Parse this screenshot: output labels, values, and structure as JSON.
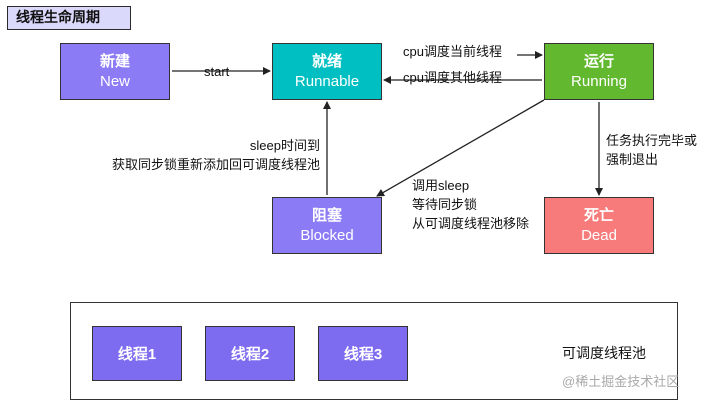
{
  "title": "线程生命周期",
  "states": {
    "new": {
      "zh": "新建",
      "en": "New"
    },
    "runnable": {
      "zh": "就绪",
      "en": "Runnable"
    },
    "running": {
      "zh": "运行",
      "en": "Running"
    },
    "blocked": {
      "zh": "阻塞",
      "en": "Blocked"
    },
    "dead": {
      "zh": "死亡",
      "en": "Dead"
    }
  },
  "edges": {
    "start": "start",
    "schedule_current": "cpu调度当前线程",
    "schedule_other": "cpu调度其他线程",
    "sleep_line1": "sleep时间到",
    "sleep_line2": "获取同步锁重新添加回可调度线程池",
    "block_line1": "调用sleep",
    "block_line2": "等待同步锁",
    "block_line3": "从可调度线程池移除",
    "dead_line1": "任务执行完毕或",
    "dead_line2": "强制退出"
  },
  "pool": {
    "threads": [
      "线程1",
      "线程2",
      "线程3"
    ],
    "label": "可调度线程池"
  },
  "watermark": "@稀土掘金技术社区",
  "colors": {
    "title_bg": "#dad8fb",
    "new": "#8b7cf6",
    "runnable": "#00bfc2",
    "running": "#62b82f",
    "blocked": "#8b7cf6",
    "dead": "#f67b7a",
    "thread": "#7d6cf0"
  }
}
